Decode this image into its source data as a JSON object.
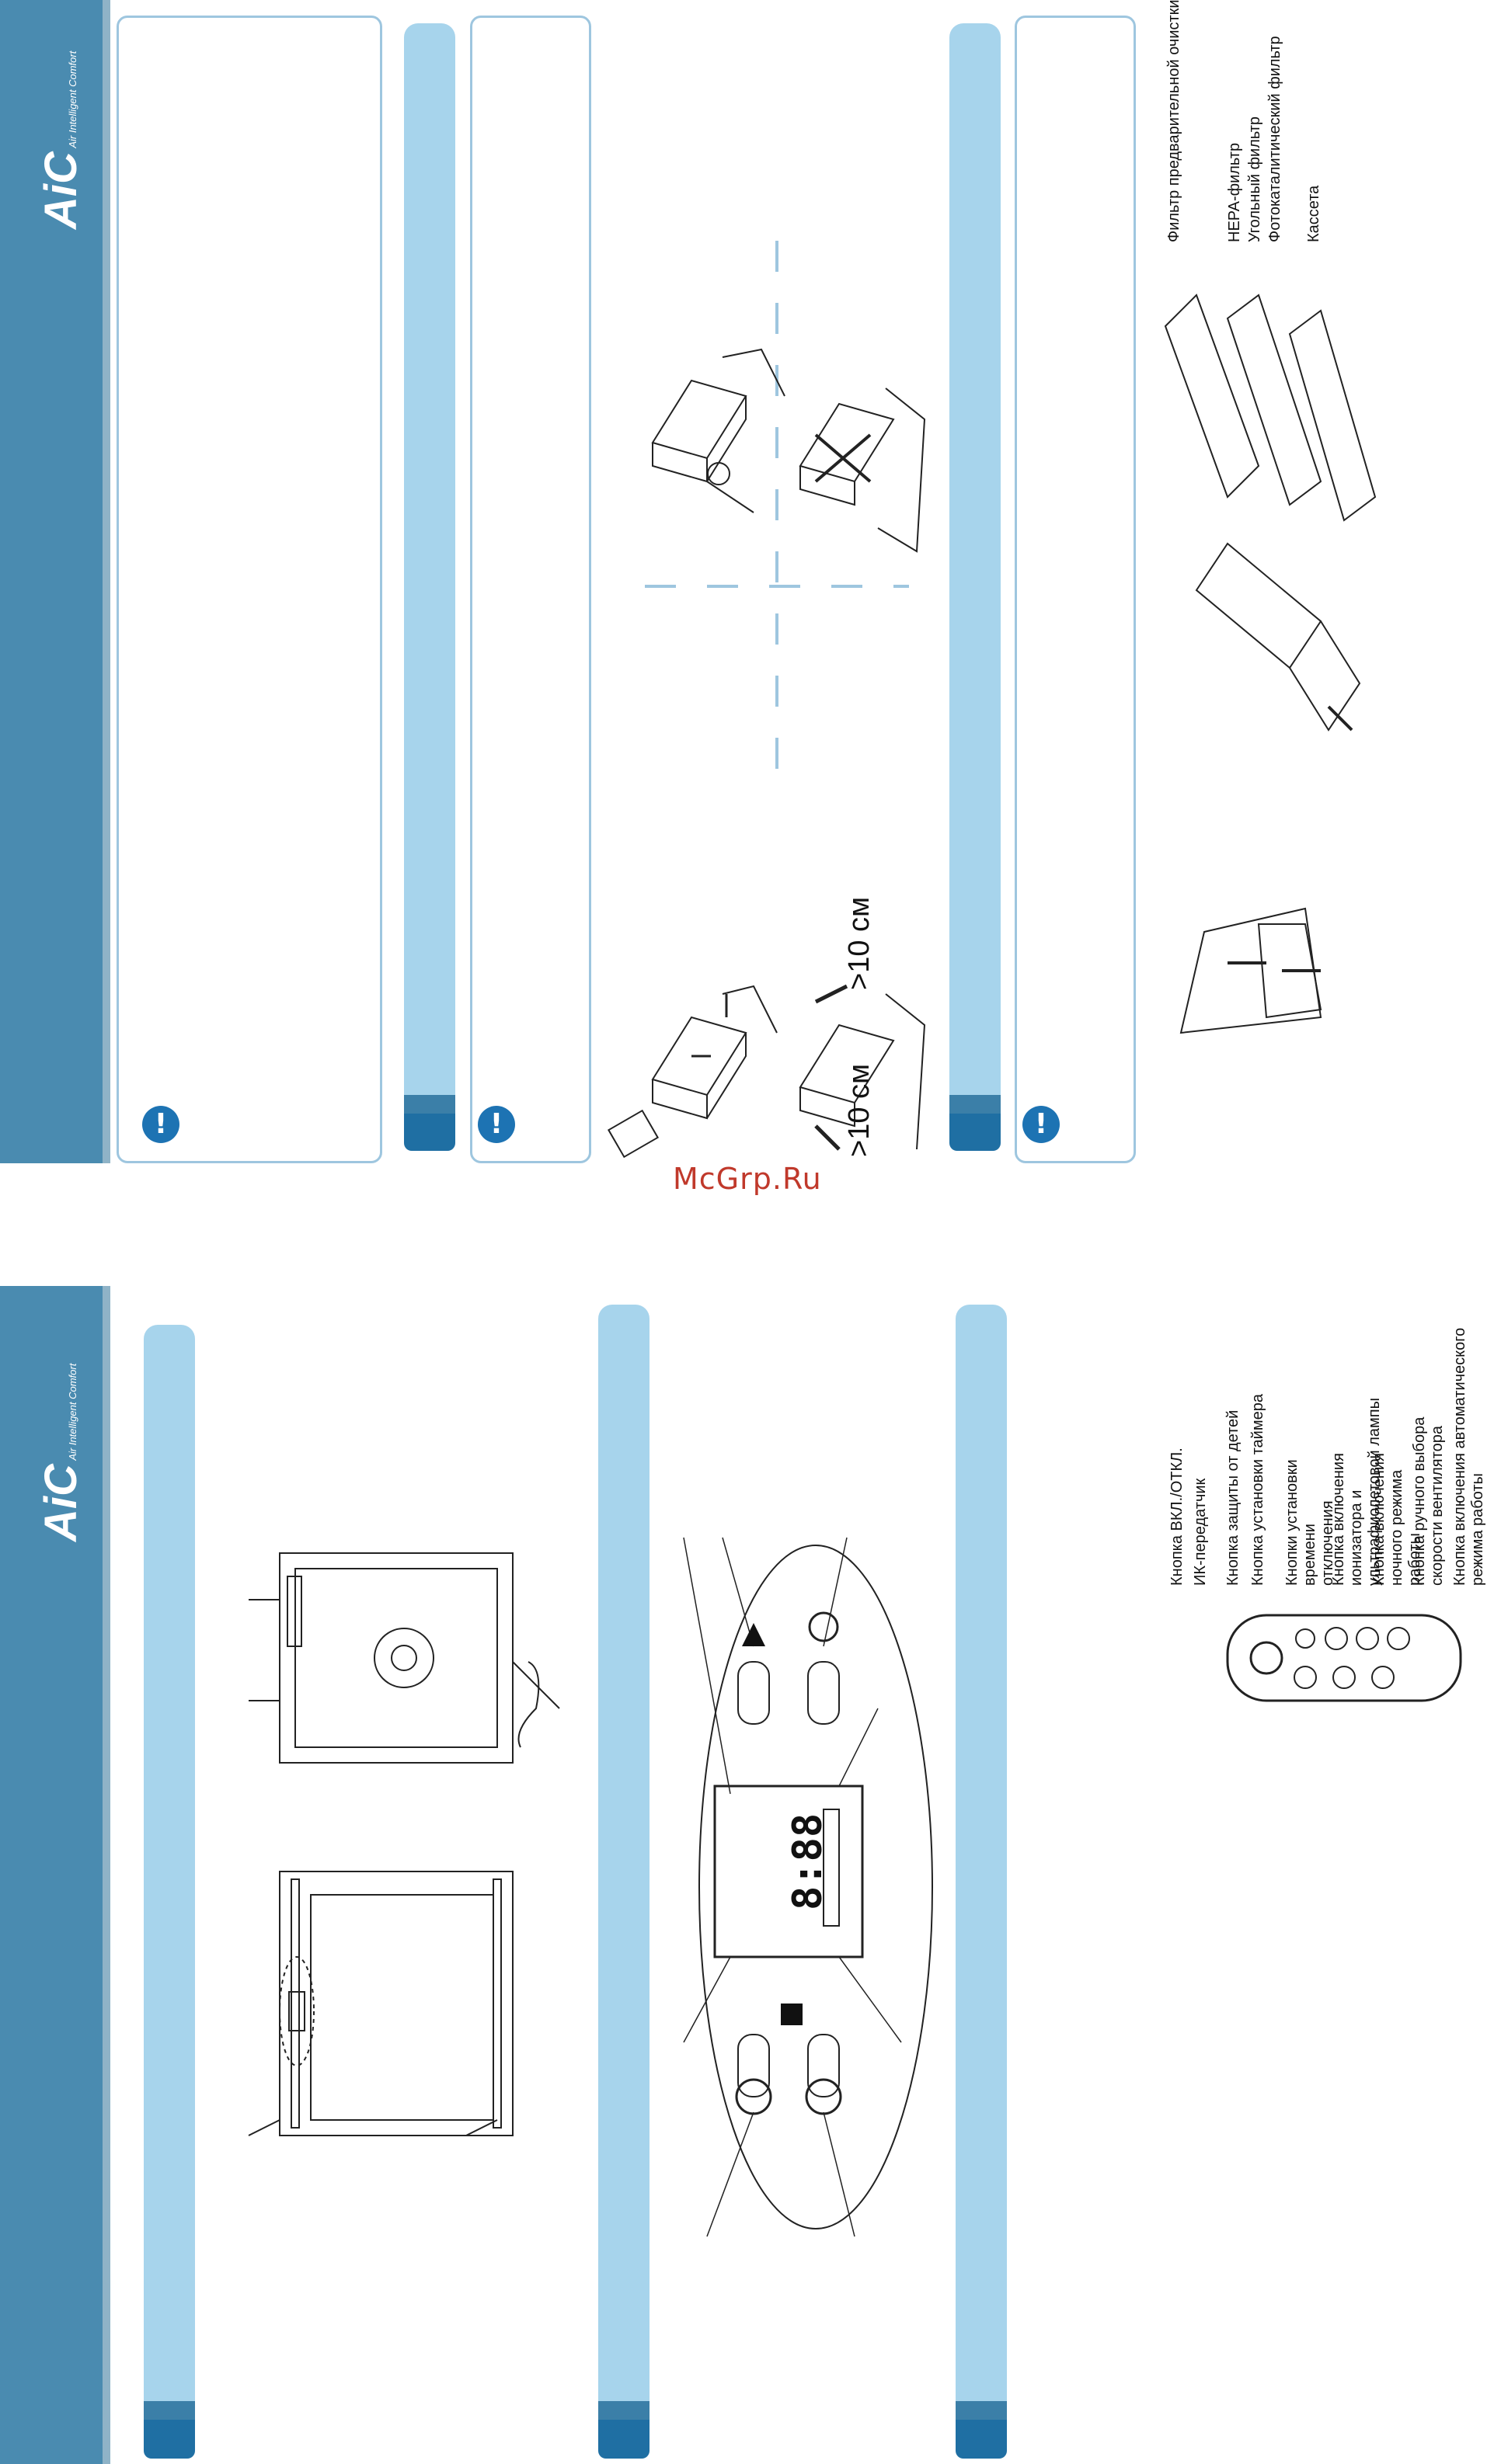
{
  "brand": {
    "logo": "AiC",
    "tagline": "Air Intelligent Comfort"
  },
  "watermark": "McGrp.Ru",
  "warning_icon": "!",
  "colors": {
    "sidebar": "#4a8bb0",
    "bar": "#a7d4ec",
    "accent": "#1d73b3"
  },
  "installation": {
    "distance_left": ">10 см",
    "distance_right": ">10 см"
  },
  "filters": {
    "labels": [
      "Фильтр предварительной очистки",
      "HEPA-фильтр",
      "Угольный фильтр",
      "Фотокаталитический фильтр",
      "Кассета"
    ]
  },
  "remote": {
    "labels": [
      "Кнопка ВКЛ./ОТКЛ.",
      "ИК-передатчик",
      "Кнопка защиты от детей",
      "Кнопка установки таймера",
      "Кнопки установки времени отключения",
      "Кнопка включения ионизатора и ультрафиолетовой лампы",
      "Кнопка включения ночного режима работы",
      "Кнопка ручного выбора скорости вентилятора",
      "Кнопка включения автоматического режима работы"
    ]
  },
  "display": {
    "digits": "8:88"
  }
}
